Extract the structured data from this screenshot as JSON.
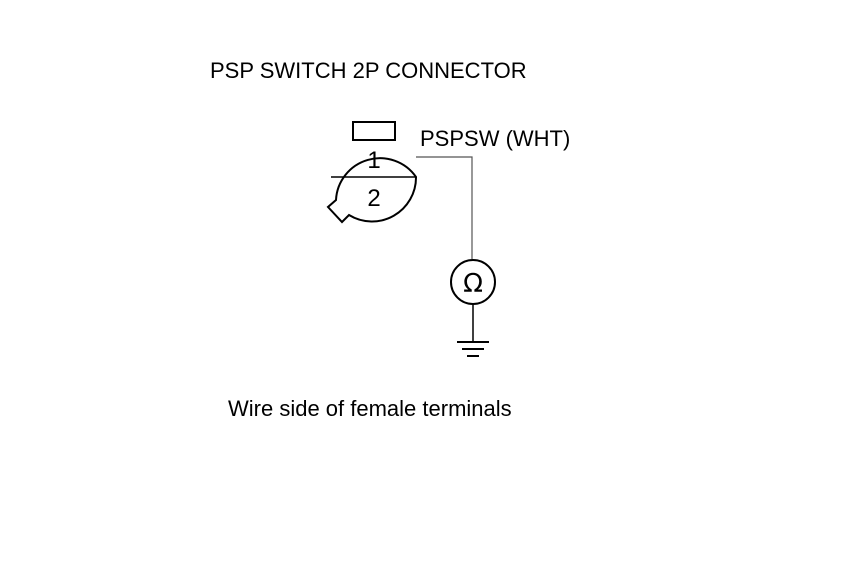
{
  "title": "PSP SWITCH 2P CONNECTOR",
  "connector": {
    "pin_top": "1",
    "pin_bottom": "2"
  },
  "wire_label": "PSPSW (WHT)",
  "meter": {
    "symbol": "Ω",
    "icon": "ohmmeter-icon"
  },
  "ground": {
    "icon": "ground-icon"
  },
  "caption": "Wire side of female terminals",
  "colors": {
    "line": "#000000",
    "wire": "#555555",
    "background": "#ffffff"
  }
}
